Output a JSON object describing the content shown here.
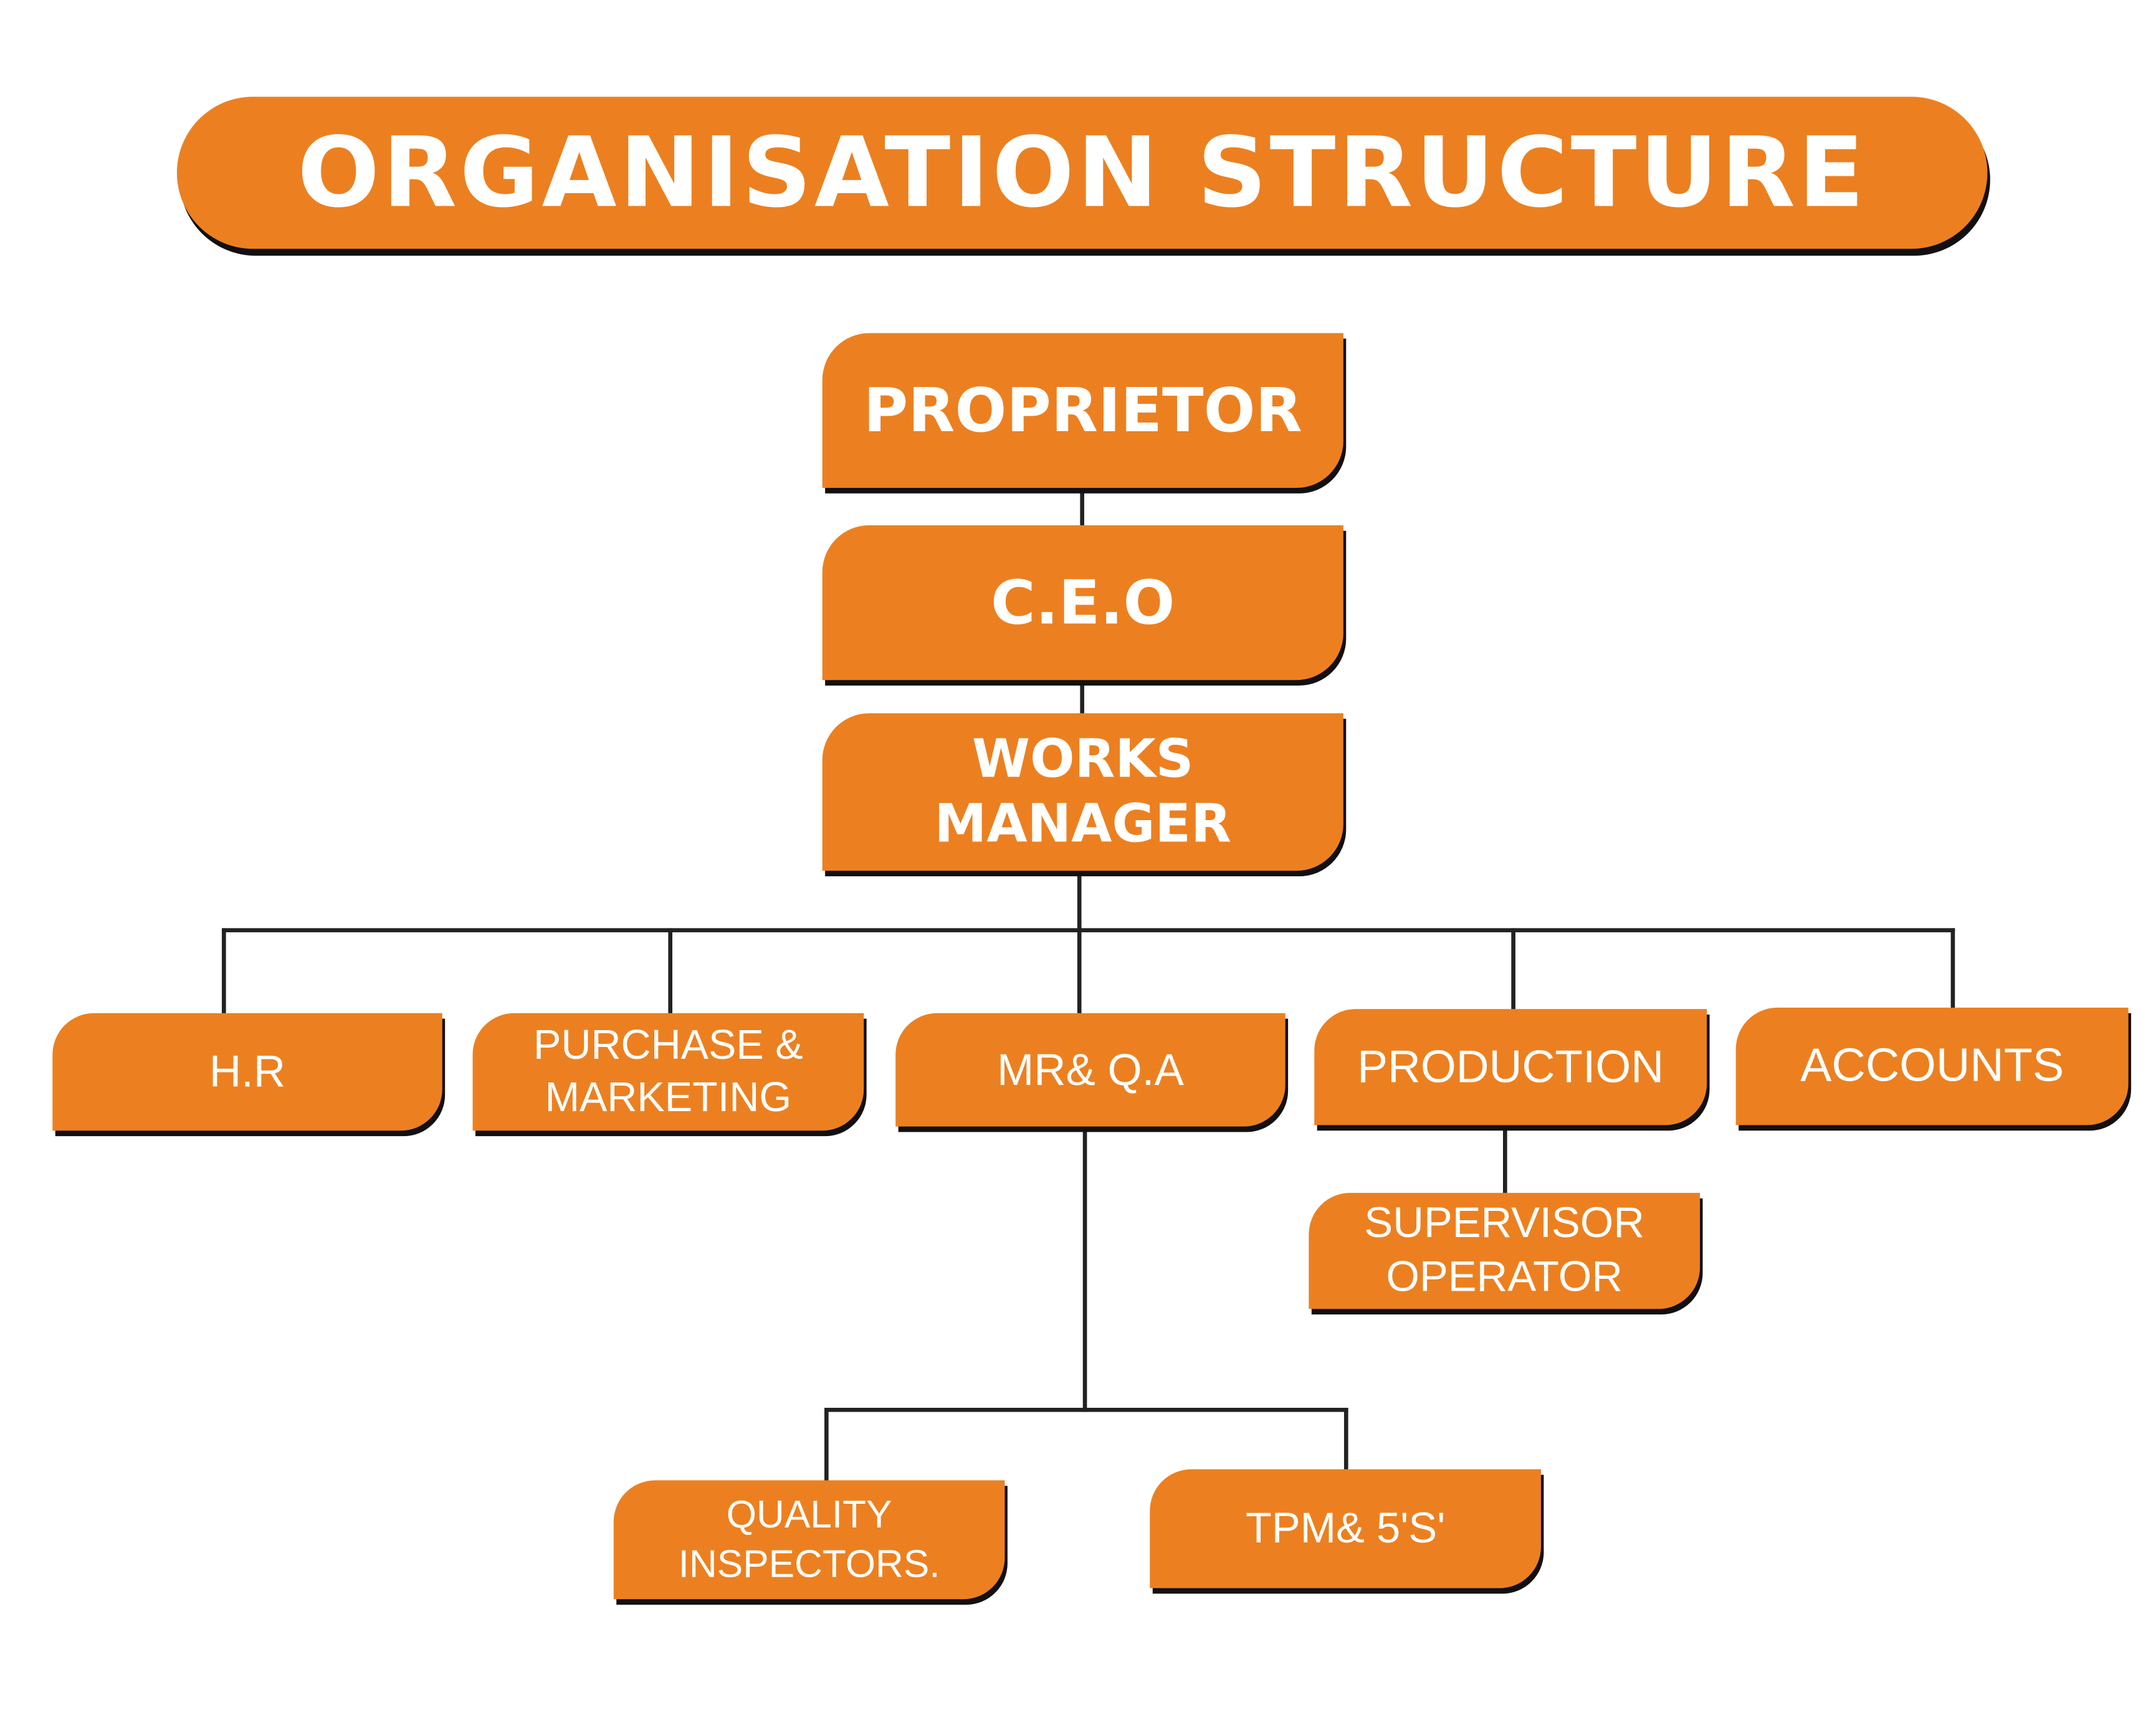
{
  "title": "ORGANISATION STRUCTURE",
  "colors": {
    "accent": "#ec8020",
    "line": "#222222"
  },
  "nodes": {
    "proprietor": "PROPRIETOR",
    "ceo": "C.E.O",
    "works_manager": "WORKS\nMANAGER",
    "hr": "H.R",
    "purchase_marketing": "PURCHASE &\nMARKETING",
    "mr_qa": "MR& Q.A",
    "production": "PRODUCTION",
    "accounts": "ACCOUNTS",
    "supervisor_operator": "SUPERVISOR\nOPERATOR",
    "quality_inspectors": "QUALITY\nINSPECTORS.",
    "tpm_5s": "TPM& 5'S'"
  },
  "hierarchy": [
    {
      "from": "proprietor",
      "to": "ceo"
    },
    {
      "from": "ceo",
      "to": "works_manager"
    },
    {
      "from": "works_manager",
      "to": "hr"
    },
    {
      "from": "works_manager",
      "to": "purchase_marketing"
    },
    {
      "from": "works_manager",
      "to": "mr_qa"
    },
    {
      "from": "works_manager",
      "to": "production"
    },
    {
      "from": "works_manager",
      "to": "accounts"
    },
    {
      "from": "production",
      "to": "supervisor_operator"
    },
    {
      "from": "mr_qa",
      "to": "quality_inspectors"
    },
    {
      "from": "mr_qa",
      "to": "tpm_5s"
    }
  ]
}
